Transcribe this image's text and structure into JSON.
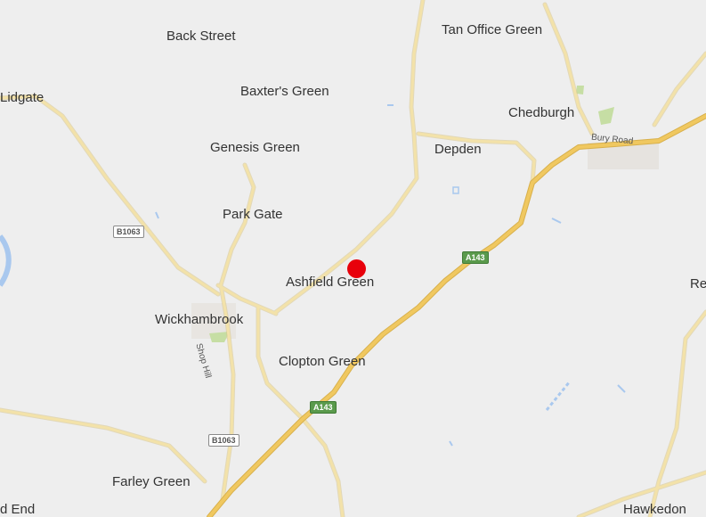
{
  "map": {
    "place_labels": {
      "back_street": "Back Street",
      "tan_office_green": "Tan Office Green",
      "lidgate": "Lidgate",
      "baxters_green": "Baxter's Green",
      "chedburgh": "Chedburgh",
      "genesis_green": "Genesis Green",
      "depden": "Depden",
      "park_gate": "Park Gate",
      "ashfield_green": "Ashfield Green",
      "re_partial": "Re",
      "wickhambrook": "Wickhambrook",
      "clopton_green": "Clopton Green",
      "farley_green": "Farley Green",
      "d_end_partial": "d End",
      "hawkedon": "Hawkedon"
    },
    "road_labels": {
      "b1063_north": "B1063",
      "b1063_south": "B1063",
      "a143_north": "A143",
      "a143_south": "A143",
      "bury_road": "Bury Road",
      "shop_hill": "Shop Hill"
    },
    "colors": {
      "land": "#eeeeee",
      "minor_road": "#f3e2a9",
      "major_road": "#f0c860",
      "water": "#a9c8ee",
      "park": "#c6dea4",
      "marker": "#e8000b"
    },
    "marker_icon": "location-dot-icon"
  }
}
